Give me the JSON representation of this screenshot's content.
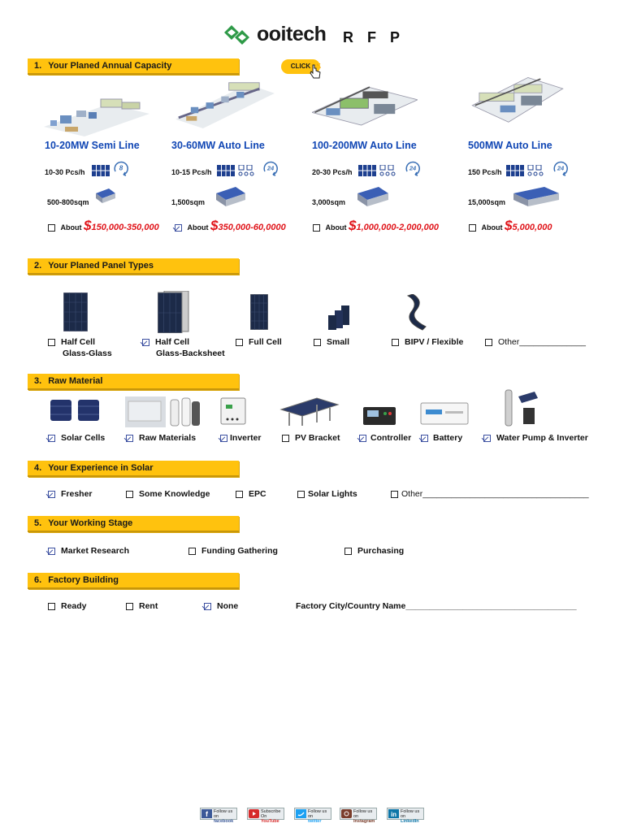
{
  "header": {
    "logo_text": "ooitech",
    "title": "R F P"
  },
  "click_label": "CLICK",
  "sections": [
    {
      "num": "1.",
      "title": "Your Planed Annual Capacity"
    },
    {
      "num": "2.",
      "title": "Your Planed Panel Types"
    },
    {
      "num": "3.",
      "title": "Raw Material"
    },
    {
      "num": "4.",
      "title": "Your Experience in Solar"
    },
    {
      "num": "5.",
      "title": "Your Working Stage"
    },
    {
      "num": "6.",
      "title": "Factory Building"
    }
  ],
  "capacity": [
    {
      "title": "10-20MW Semi Line",
      "speed": "10-30 Pcs/h",
      "hours": "8",
      "area": "500-800sqm",
      "about": "About",
      "price": "150,000-350,000",
      "checked": false
    },
    {
      "title": "30-60MW Auto Line",
      "speed": "10-15 Pcs/h",
      "hours": "24",
      "area": "1,500sqm",
      "about": "About",
      "price": "350,000-60,0000",
      "checked": true
    },
    {
      "title": "100-200MW Auto Line",
      "speed": "20-30 Pcs/h",
      "hours": "24",
      "area": "3,000sqm",
      "about": "About",
      "price": "1,000,000-2,000,000",
      "checked": false
    },
    {
      "title": "500MW Auto Line",
      "speed": "150 Pcs/h",
      "hours": "24",
      "area": "15,000sqm",
      "about": "About",
      "price": "5,000,000",
      "checked": false
    }
  ],
  "panels": [
    {
      "l1": "Half Cell",
      "l2": "Glass-Glass",
      "checked": false
    },
    {
      "l1": "Half Cell",
      "l2": "Glass-Backsheet",
      "checked": true
    },
    {
      "l1": "Full Cell",
      "l2": "",
      "checked": false
    },
    {
      "l1": "Small",
      "l2": "",
      "checked": false
    },
    {
      "l1": "BIPV / Flexible",
      "l2": "",
      "checked": false
    },
    {
      "l1": "Other______________",
      "l2": "",
      "checked": false
    }
  ],
  "materials": [
    {
      "label": "Solar Cells",
      "checked": true
    },
    {
      "label": "Raw Materials",
      "checked": true
    },
    {
      "label": "Inverter",
      "checked": true
    },
    {
      "label": "PV Bracket",
      "checked": false
    },
    {
      "label": "Controller",
      "checked": true
    },
    {
      "label": "Battery",
      "checked": true
    },
    {
      "label": "Water Pump & Inverter",
      "checked": true
    }
  ],
  "experience": [
    {
      "label": "Fresher",
      "checked": true
    },
    {
      "label": "Some Knowledge",
      "checked": false
    },
    {
      "label": "EPC",
      "checked": false
    },
    {
      "label": "Solar Lights",
      "checked": false
    },
    {
      "label": "Other___________________________________",
      "checked": false
    }
  ],
  "stage": [
    {
      "label": "Market Research",
      "checked": true
    },
    {
      "label": "Funding Gathering",
      "checked": false
    },
    {
      "label": "Purchasing",
      "checked": false
    }
  ],
  "building": [
    {
      "label": "Ready",
      "checked": false
    },
    {
      "label": "Rent",
      "checked": false
    },
    {
      "label": "None",
      "checked": true
    }
  ],
  "factory_city": "Factory City/Country Name____________________________________",
  "social": [
    {
      "top": "Follow us on",
      "name": "facebook",
      "color": "#3b5998"
    },
    {
      "top": "Subscribe On",
      "name": "YouTube",
      "color": "#d62b2b"
    },
    {
      "top": "Follow us on",
      "name": "twitter",
      "color": "#1da1f2"
    },
    {
      "top": "Follow us on",
      "name": "Instagram",
      "color": "#7a3d2b"
    },
    {
      "top": "Follow us on",
      "name": "LinkedIn",
      "color": "#0e76a8"
    }
  ]
}
